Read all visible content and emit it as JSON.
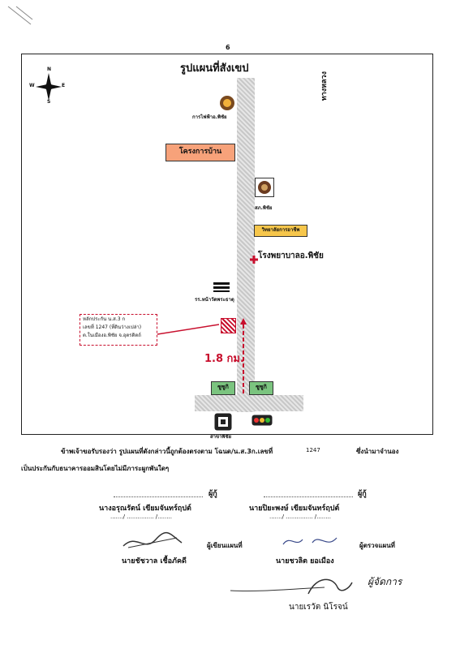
{
  "page_number": "6",
  "title": "รูปแผนที่สังเขป",
  "road_label": "ทางหลวง",
  "compass": {
    "n": "N",
    "s": "S",
    "e": "E",
    "w": "W"
  },
  "landmarks": {
    "electricity": "การไฟฟ้าอ.พิชัย",
    "housing_project": "โครงการบ้าน",
    "police": "สภ.พิชัย",
    "college": "วิทยาลัยการอาชีพ",
    "hospital": "โรงพยาบาลอ.พิชัย",
    "school": "รร.หน้าวัดพระธาตุ",
    "shop_left": "ซูซูกิ",
    "shop_right": "ซูซูกิ",
    "bank": "สาขาพิชัย"
  },
  "callout": {
    "line1": "หลักประกัน น.ส.3 ก",
    "line2": "เลขที่ 1247  (ที่ดินว่างเปล่า)",
    "line3": "ต.ในเมืองอ.พิชัย จ.อุตรดิตถ์"
  },
  "distance": "1.8 กม.",
  "certification": {
    "line1": "ข้าพเจ้าขอรับรองว่า รูปแผนที่ดังกล่าวนี้ถูกต้องตรงตาม โฉนด/น.ส.3ก.เลขที่",
    "number": "1247",
    "suffix": "ซึ่งนำมาจำนอง",
    "line2": "เป็นประกันกับธนาคารออมสินโดยไม่มีภาระผูกพันใดๆ"
  },
  "signatures": {
    "party1_label": "ผู้กู้",
    "party1_name": "นางอรุณรัตน์ เขียมจันทร์ฤปต์",
    "party2_label": "ผู้กู้",
    "party2_name": "นายปิยะพงษ์  เขียมจันทร์ฤปต์",
    "date_line": "......./ ............... /........",
    "maker_label": "ผู้เขียนแผนที่",
    "maker_name": "นายชัชวาล เชื้อภัคดี",
    "checker_label": "ผู้ตรวจแผนที่",
    "checker_name": "นายชวลิต ยอเมือง",
    "final_name": "นายเรวัต  นิโรจน์",
    "final_title": "ผู้จัดการ"
  },
  "colors": {
    "red": "#c8102e",
    "orange": "#f7a27a",
    "yellow": "#f6c64b",
    "green": "#7bc47f"
  }
}
